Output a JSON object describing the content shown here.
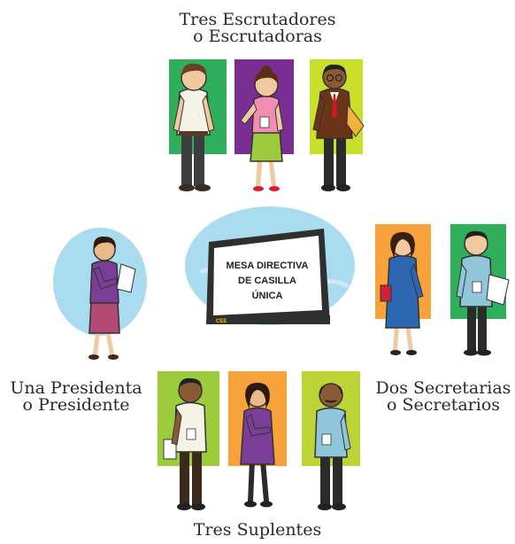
{
  "groups": {
    "escrutadores": {
      "line1": "Tres Escrutadores",
      "line2": "o Escrutadoras"
    },
    "presidente": {
      "line1": "Una Presidenta",
      "line2": "o Presidente"
    },
    "secretarios": {
      "line1": "Dos Secretarias",
      "line2": "o Secretarios"
    },
    "suplentes": {
      "line1": "Tres Suplentes"
    }
  },
  "board": {
    "line1": "MESA DIRECTIVA",
    "line2": "DE CASILLA",
    "line3": "ÚNICA",
    "logo": "CEE"
  },
  "colors": {
    "green": "#2fae5c",
    "purple": "#7a2e93",
    "lime": "#c9df2b",
    "orange": "#f7a23a",
    "yellow_green": "#bcd435",
    "sky": "#a9dcef",
    "text": "#2a2a2a"
  }
}
